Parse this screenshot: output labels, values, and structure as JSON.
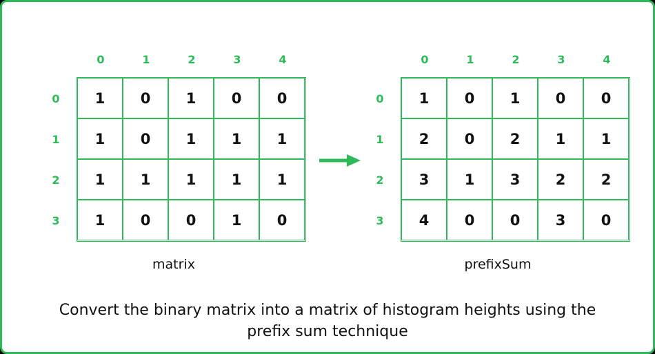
{
  "colors": {
    "accent": "#2fba5a",
    "text": "#111111",
    "background": "#ffffff"
  },
  "left": {
    "label": "matrix",
    "col_headers": [
      "0",
      "1",
      "2",
      "3",
      "4"
    ],
    "row_headers": [
      "0",
      "1",
      "2",
      "3"
    ],
    "cells": [
      [
        "1",
        "0",
        "1",
        "0",
        "0"
      ],
      [
        "1",
        "0",
        "1",
        "1",
        "1"
      ],
      [
        "1",
        "1",
        "1",
        "1",
        "1"
      ],
      [
        "1",
        "0",
        "0",
        "1",
        "0"
      ]
    ]
  },
  "right": {
    "label": "prefixSum",
    "col_headers": [
      "0",
      "1",
      "2",
      "3",
      "4"
    ],
    "row_headers": [
      "0",
      "1",
      "2",
      "3"
    ],
    "cells": [
      [
        "1",
        "0",
        "1",
        "0",
        "0"
      ],
      [
        "2",
        "0",
        "2",
        "1",
        "1"
      ],
      [
        "3",
        "1",
        "3",
        "2",
        "2"
      ],
      [
        "4",
        "0",
        "0",
        "3",
        "0"
      ]
    ]
  },
  "caption": {
    "line1": "Convert the binary matrix into a matrix of histogram heights using the",
    "line2": "prefix sum technique"
  }
}
